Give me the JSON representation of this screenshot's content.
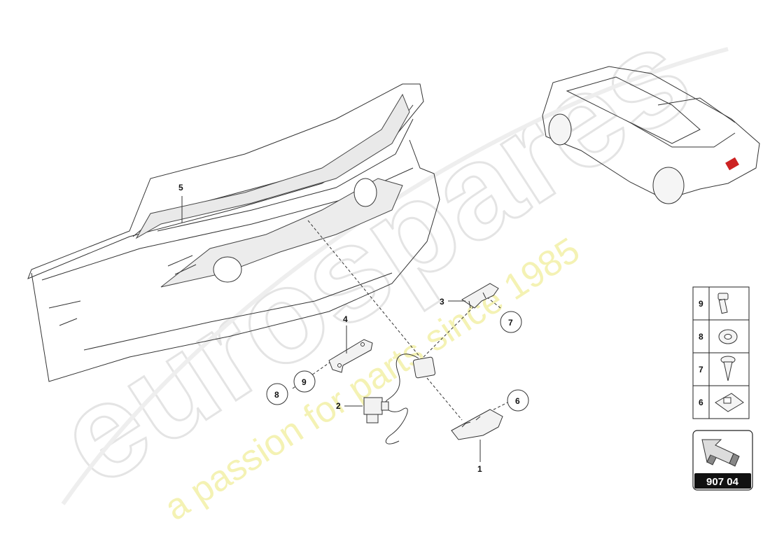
{
  "watermark": {
    "brand": "eurospares",
    "tagline": "a passion for parts since 1985"
  },
  "callouts": [
    {
      "id": "1",
      "label": "1"
    },
    {
      "id": "2",
      "label": "2"
    },
    {
      "id": "3",
      "label": "3"
    },
    {
      "id": "4",
      "label": "4"
    },
    {
      "id": "5",
      "label": "5"
    },
    {
      "id": "6",
      "label": "6"
    },
    {
      "id": "7",
      "label": "7"
    },
    {
      "id": "8",
      "label": "8"
    },
    {
      "id": "9",
      "label": "9"
    }
  ],
  "legend": {
    "items": [
      {
        "number": "9",
        "icon": "bolt-icon"
      },
      {
        "number": "8",
        "icon": "washer-icon"
      },
      {
        "number": "7",
        "icon": "expanding-rivet-icon"
      },
      {
        "number": "6",
        "icon": "spring-nut-icon"
      }
    ]
  },
  "diagram_code": "907 04",
  "colors": {
    "watermark": "#e8e8e8",
    "tagline": "#f3f1a8",
    "line": "#333333",
    "accent": "#cc2222"
  }
}
